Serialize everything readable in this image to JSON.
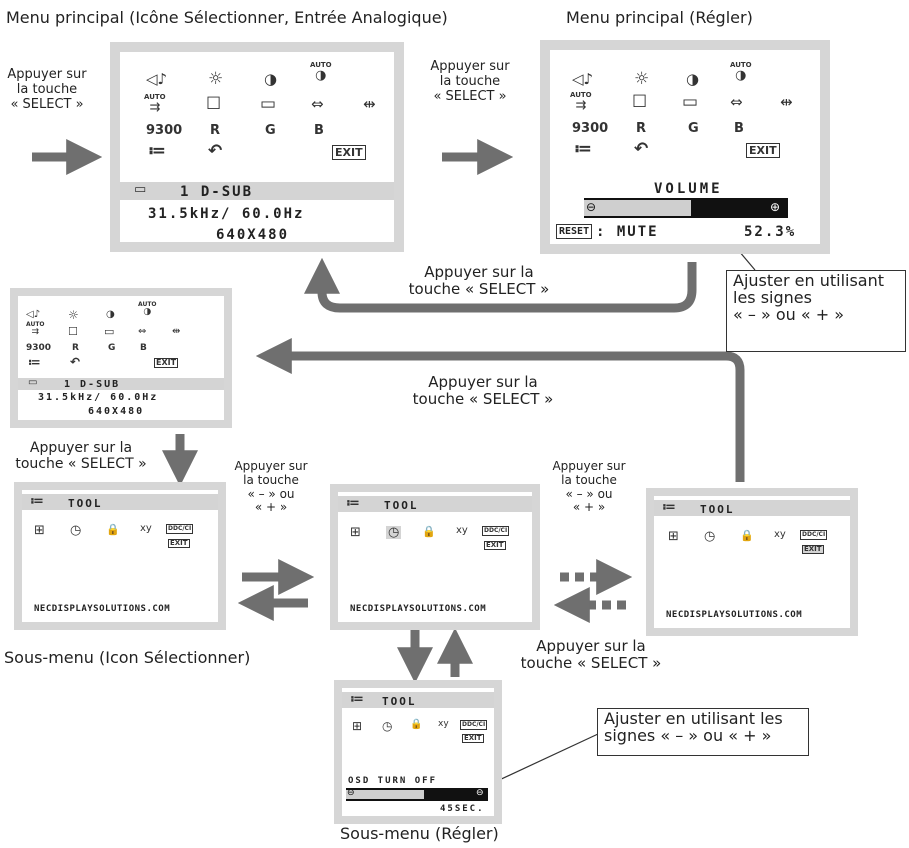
{
  "captions": {
    "main_select": "Menu principal (Icône Sélectionner, Entrée Analogique)",
    "main_adjust": "Menu principal (Régler)",
    "sub_select": "Sous-menu (Icon Sélectionner)",
    "sub_adjust": "Sous-menu (Régler)"
  },
  "notes": {
    "n1": "Appuyer sur\nla touche\n« SELECT »",
    "n2": "Appuyer sur\nla touche\n« SELECT »",
    "n3": "Appuyer sur la\ntouche « SELECT »",
    "n4": "Appuyer sur la\ntouche « SELECT »",
    "n5": "Appuyer sur la\ntouche « SELECT »",
    "n6": "Appuyer sur\nla touche\n« – » ou\n« + »",
    "n7": "Appuyer sur\nla touche\n« – » ou\n« + »",
    "n8": "Appuyer sur la\ntouche « SELECT »"
  },
  "callouts": {
    "volume": "Ajuster en utilisant\nles signes\n« – » ou « + »",
    "osd": "Ajuster en utilisant les\nsignes « – » ou « + »"
  },
  "osd_main": {
    "row1": [
      "◁♪",
      "☼",
      "◑",
      "AUTO ◑"
    ],
    "row2": [
      "AUTO ⇉",
      "☐",
      "▭",
      "⇔",
      "⇹"
    ],
    "row3": [
      "9300",
      "R",
      "G",
      "B"
    ],
    "row4": [
      "≔",
      "↶",
      "EXIT"
    ],
    "input": "1  D-SUB",
    "freq": "31.5kHz/  60.0Hz",
    "res": "640X480"
  },
  "volume": {
    "label": "VOLUME",
    "reset": "RESET",
    "mute": ": MUTE",
    "value": "52.3%",
    "fraction": 0.523
  },
  "tool": {
    "title": "TOOL",
    "icons": [
      "⊞",
      "◷",
      "🔒",
      "xy",
      "DDC/CI"
    ],
    "exit": "EXIT",
    "footer": "NECDISPLAYSOLUTIONS.COM"
  },
  "osd_off": {
    "label": "OSD  TURN  OFF",
    "value": "45SEC.",
    "fraction": 0.55
  }
}
